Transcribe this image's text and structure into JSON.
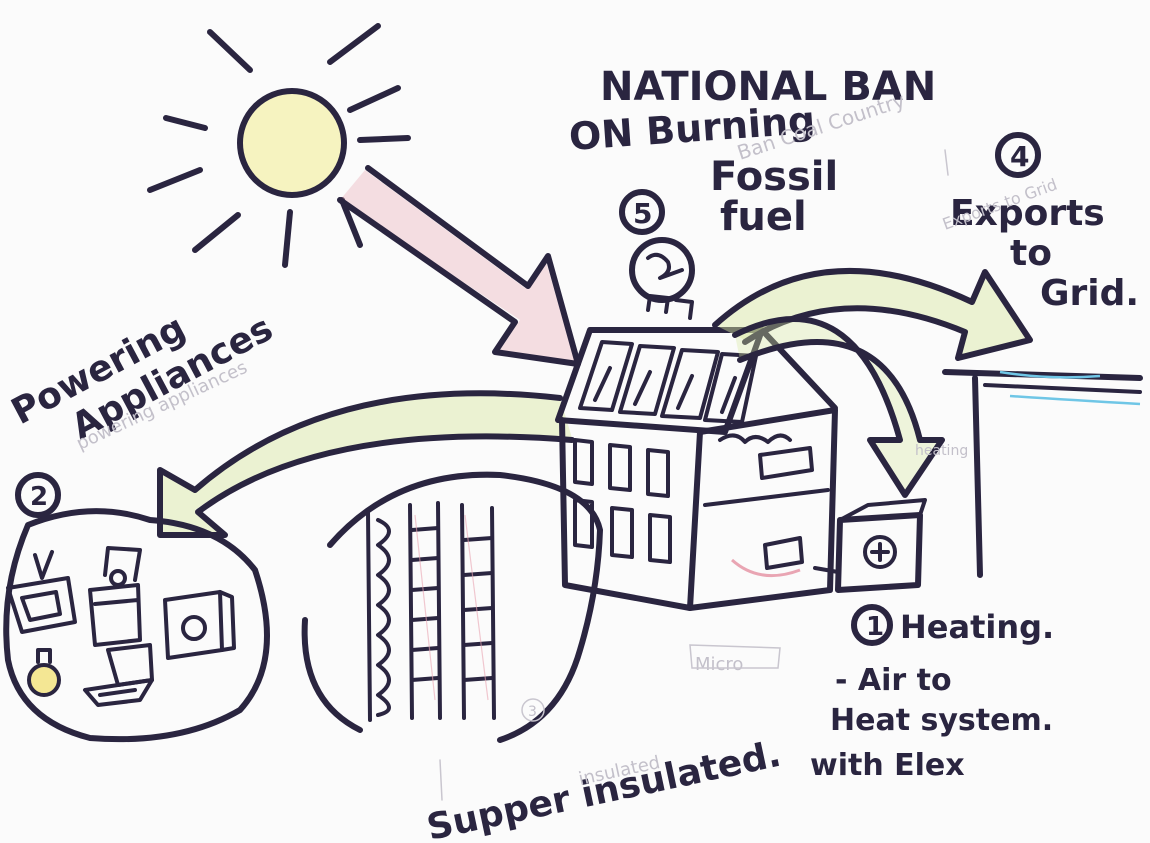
{
  "title": "NATIONAL BAN ON BURNING FOSSIL FUEL",
  "title_lines": [
    "NATIONAL BAN",
    "ON Burning",
    "Fossil",
    "fuel"
  ],
  "markers": {
    "heating": "1",
    "appliances": "2",
    "insulation": "3",
    "export": "4",
    "ban": "5"
  },
  "labels": {
    "powering": [
      "Powering",
      "Appliances"
    ],
    "export": [
      "Exports",
      "to",
      "Grid."
    ],
    "heating": [
      "Heating.",
      "- Air to",
      "Heat system.",
      "with Elex"
    ],
    "insulated": "Supper insulated."
  },
  "pencil_notes": {
    "powering": "powering appliances",
    "country": "Ban Coal Country",
    "export": "Exports to Grid",
    "heating_side": "heating",
    "micro": "Micro",
    "insulated": "insulated"
  },
  "colors": {
    "ink": "#2a2540",
    "sun_fill": "#f3ef9a",
    "arrow_red": "#e9a5b3",
    "arrow_green": "#d6e7a0",
    "wire_blue": "#6fc6e6",
    "bulb_yellow": "#f2e27a"
  },
  "icons": [
    "sun-icon",
    "solar-panel-icon",
    "tv-icon",
    "light-bulb-icon",
    "laptop-icon",
    "washing-machine-icon",
    "heat-pump-icon",
    "power-line-icon"
  ]
}
